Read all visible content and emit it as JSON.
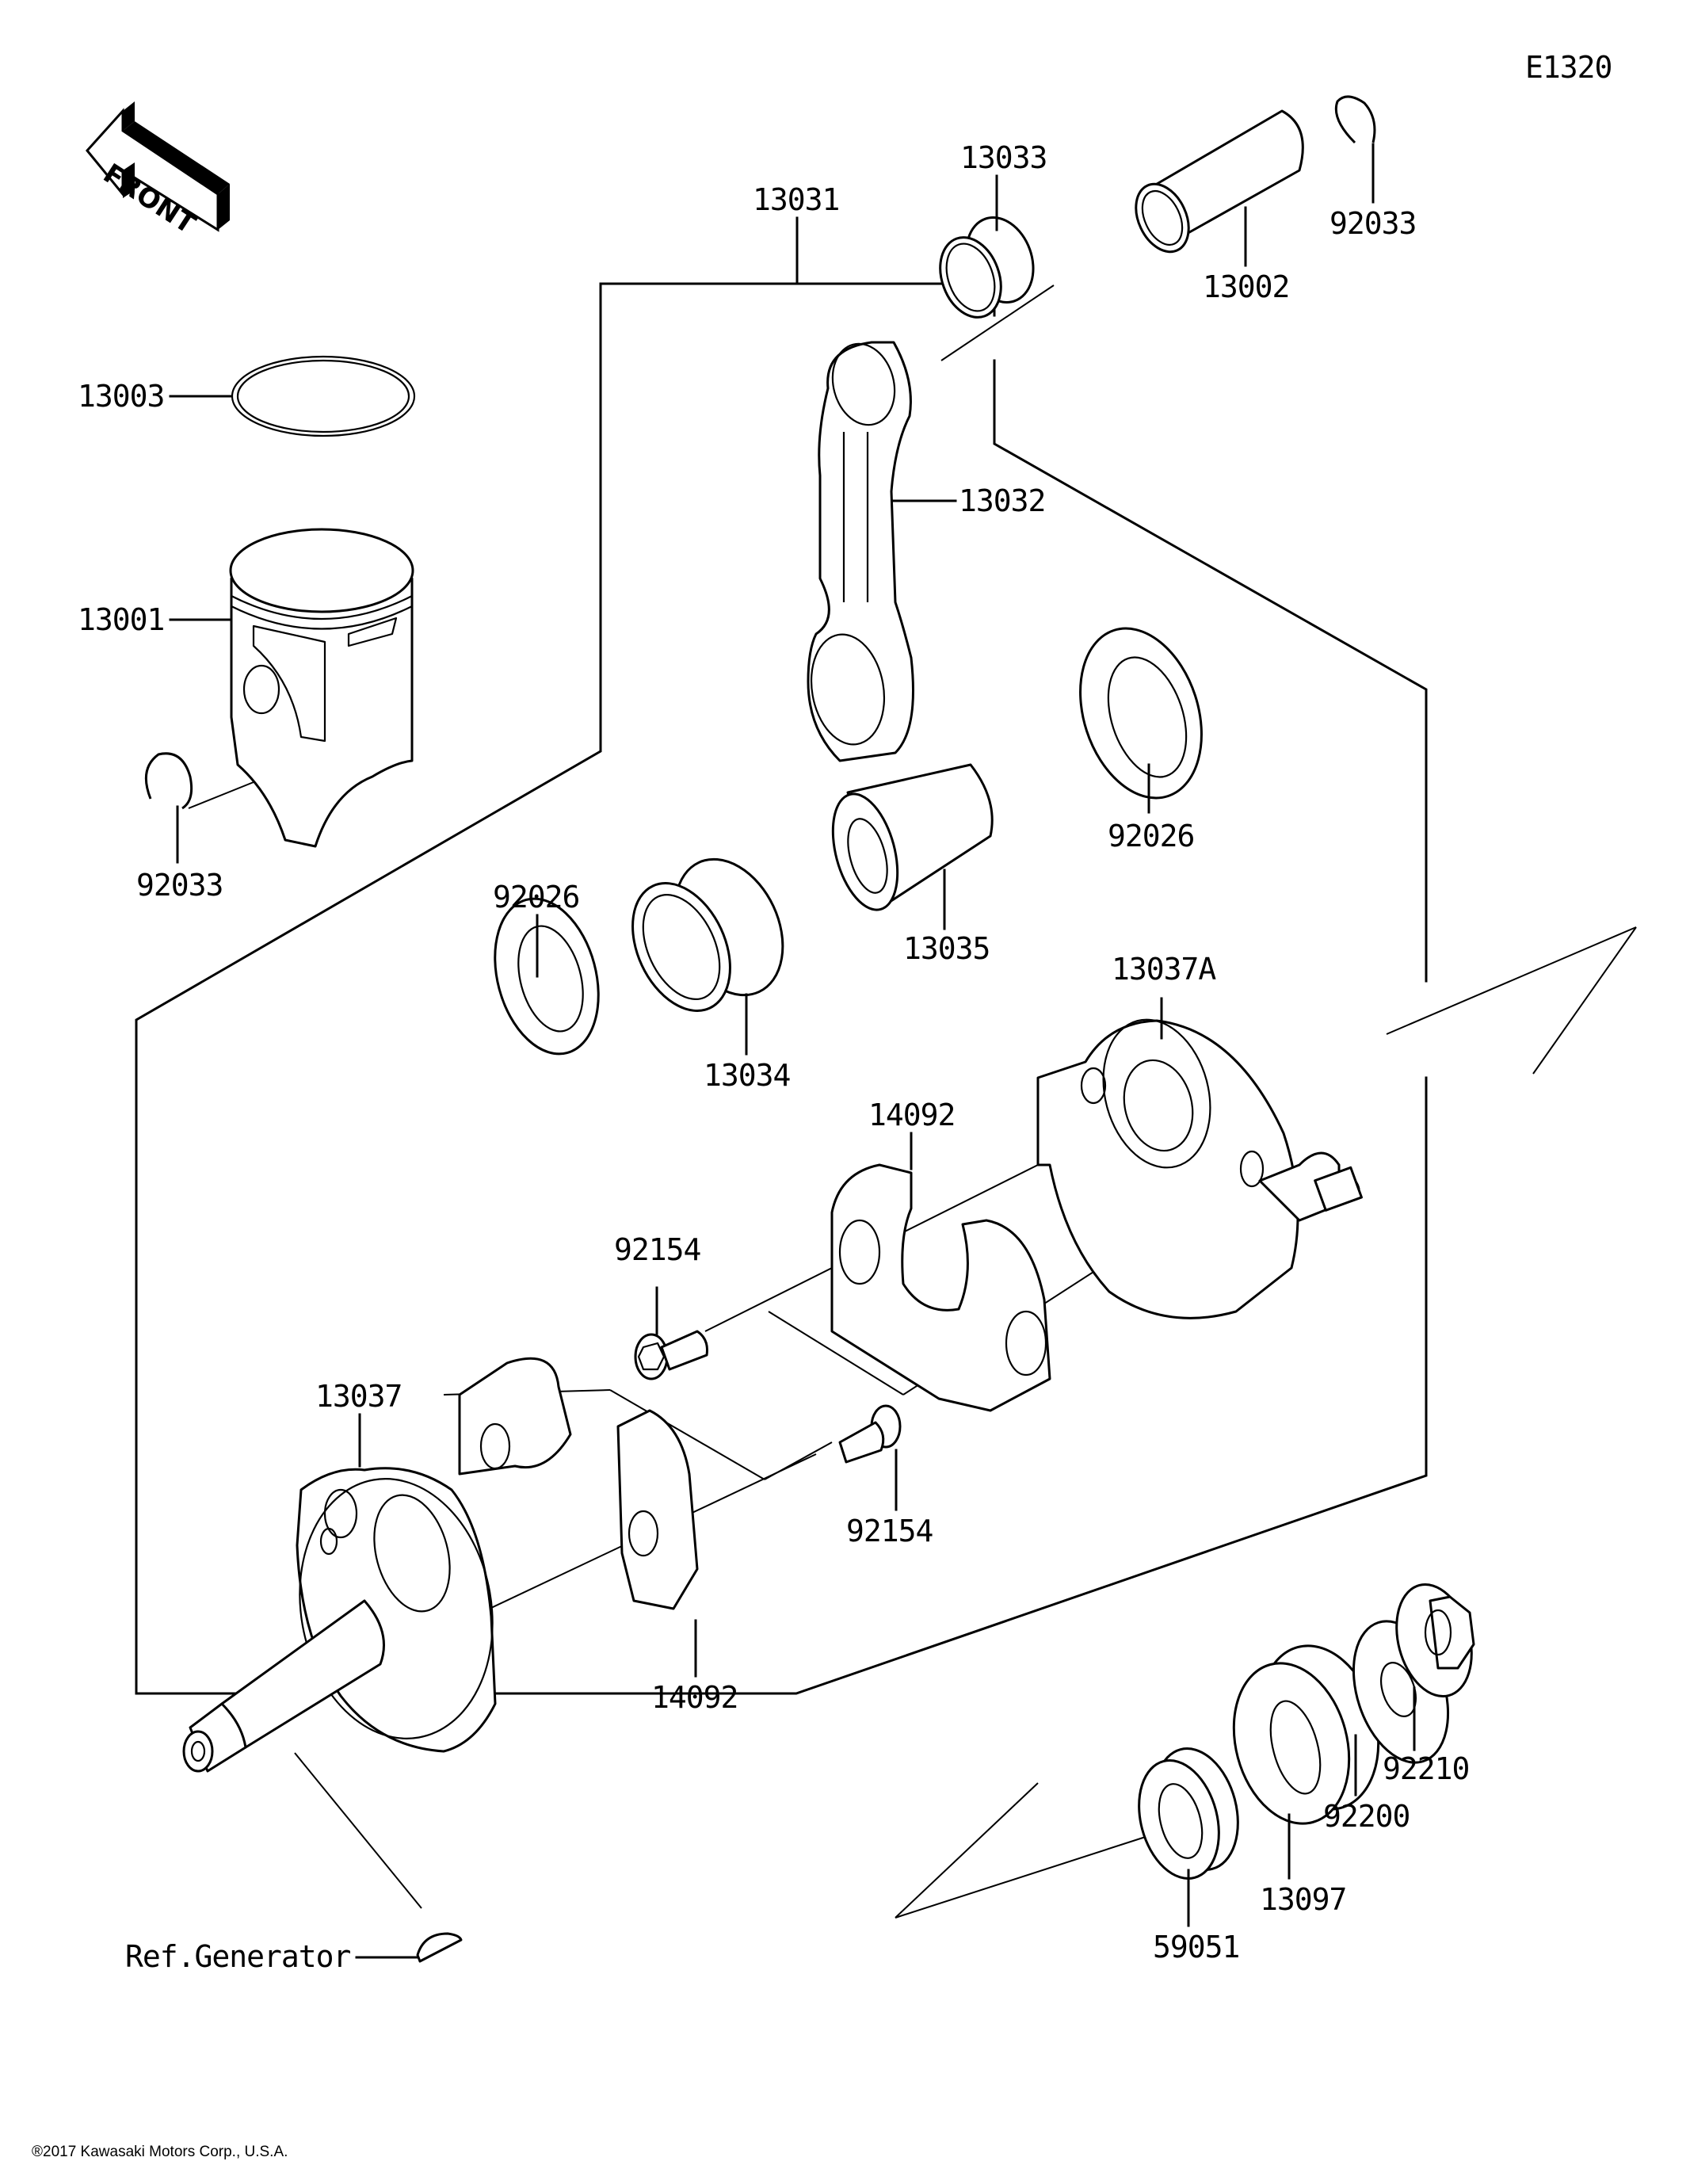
{
  "diagram": {
    "code": "E1320",
    "front_label": "FRONT",
    "copyright": "®2017 Kawasaki Motors Corp., U.S.A.",
    "ref_note": "Ref.Generator",
    "parts": {
      "p13003": "13003",
      "p13001": "13001",
      "p92033_left": "92033",
      "p13031": "13031",
      "p13033": "13033",
      "p13002": "13002",
      "p92033_right": "92033",
      "p13032": "13032",
      "p92026_right": "92026",
      "p92026_left": "92026",
      "p13034": "13034",
      "p13035": "13035",
      "p13037A": "13037A",
      "p14092_upper": "14092",
      "p92154_upper": "92154",
      "p13037": "13037",
      "p92154_lower": "92154",
      "p14092_lower": "14092",
      "p92210": "92210",
      "p92200": "92200",
      "p13097": "13097",
      "p59051": "59051"
    }
  }
}
